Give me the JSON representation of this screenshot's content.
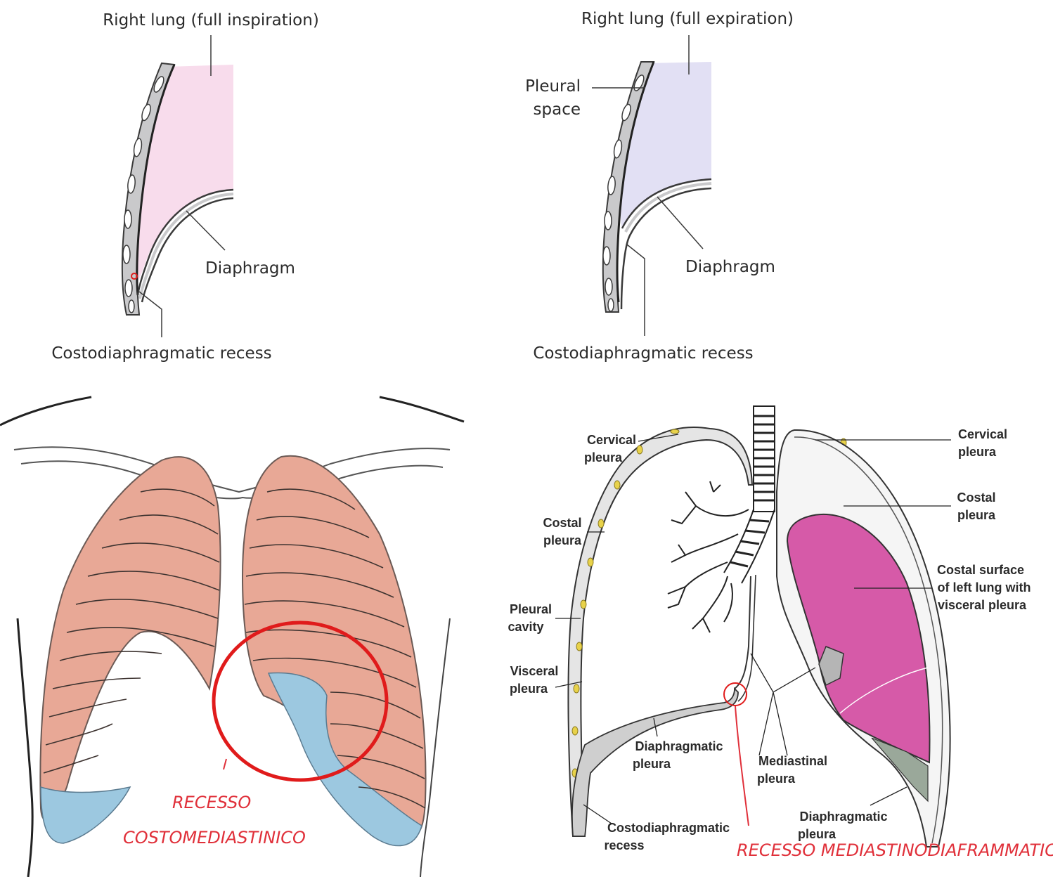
{
  "panel_tl": {
    "title": "Right lung (full inspiration)",
    "diaphragm": "Diaphragm",
    "recess": "Costodiaphragmatic recess",
    "fill_color": "#f8dcec"
  },
  "panel_tr": {
    "title": "Right lung (full expiration)",
    "pleural_space": [
      "Pleural",
      "space"
    ],
    "diaphragm": "Diaphragm",
    "recess": "Costodiaphragmatic recess",
    "fill_color": "#e2e0f4"
  },
  "panel_bl": {
    "annotation": [
      "RECESSO",
      "COSTOMEDIASTINICO"
    ],
    "lung_color": "#e8a896",
    "recess_color": "#9cc8e0",
    "circle_color": "#e01b1b"
  },
  "panel_br": {
    "labels": {
      "cervical_left": [
        "Cervical",
        "pleura"
      ],
      "costal_left": [
        "Costal",
        "pleura"
      ],
      "pleural_cavity": [
        "Pleural",
        "cavity"
      ],
      "visceral": [
        "Visceral",
        "pleura"
      ],
      "diaphragmatic_mid": [
        "Diaphragmatic",
        "pleura"
      ],
      "mediastinal": [
        "Mediastinal",
        "pleura"
      ],
      "costodiaphragmatic": [
        "Costodiaphragmatic",
        "recess"
      ],
      "diaphragmatic_right": [
        "Diaphragmatic",
        "pleura"
      ],
      "cervical_right": [
        "Cervical",
        "pleura"
      ],
      "costal_right": [
        "Costal",
        "pleura"
      ],
      "costal_surface": [
        "Costal surface",
        "of left lung with",
        "visceral pleura"
      ]
    },
    "annotation": "RECESSO MEDIASTINODIAFRAMMATICO",
    "lung_surface_color": "#d65aa8",
    "annotation_color": "#e0303a"
  }
}
